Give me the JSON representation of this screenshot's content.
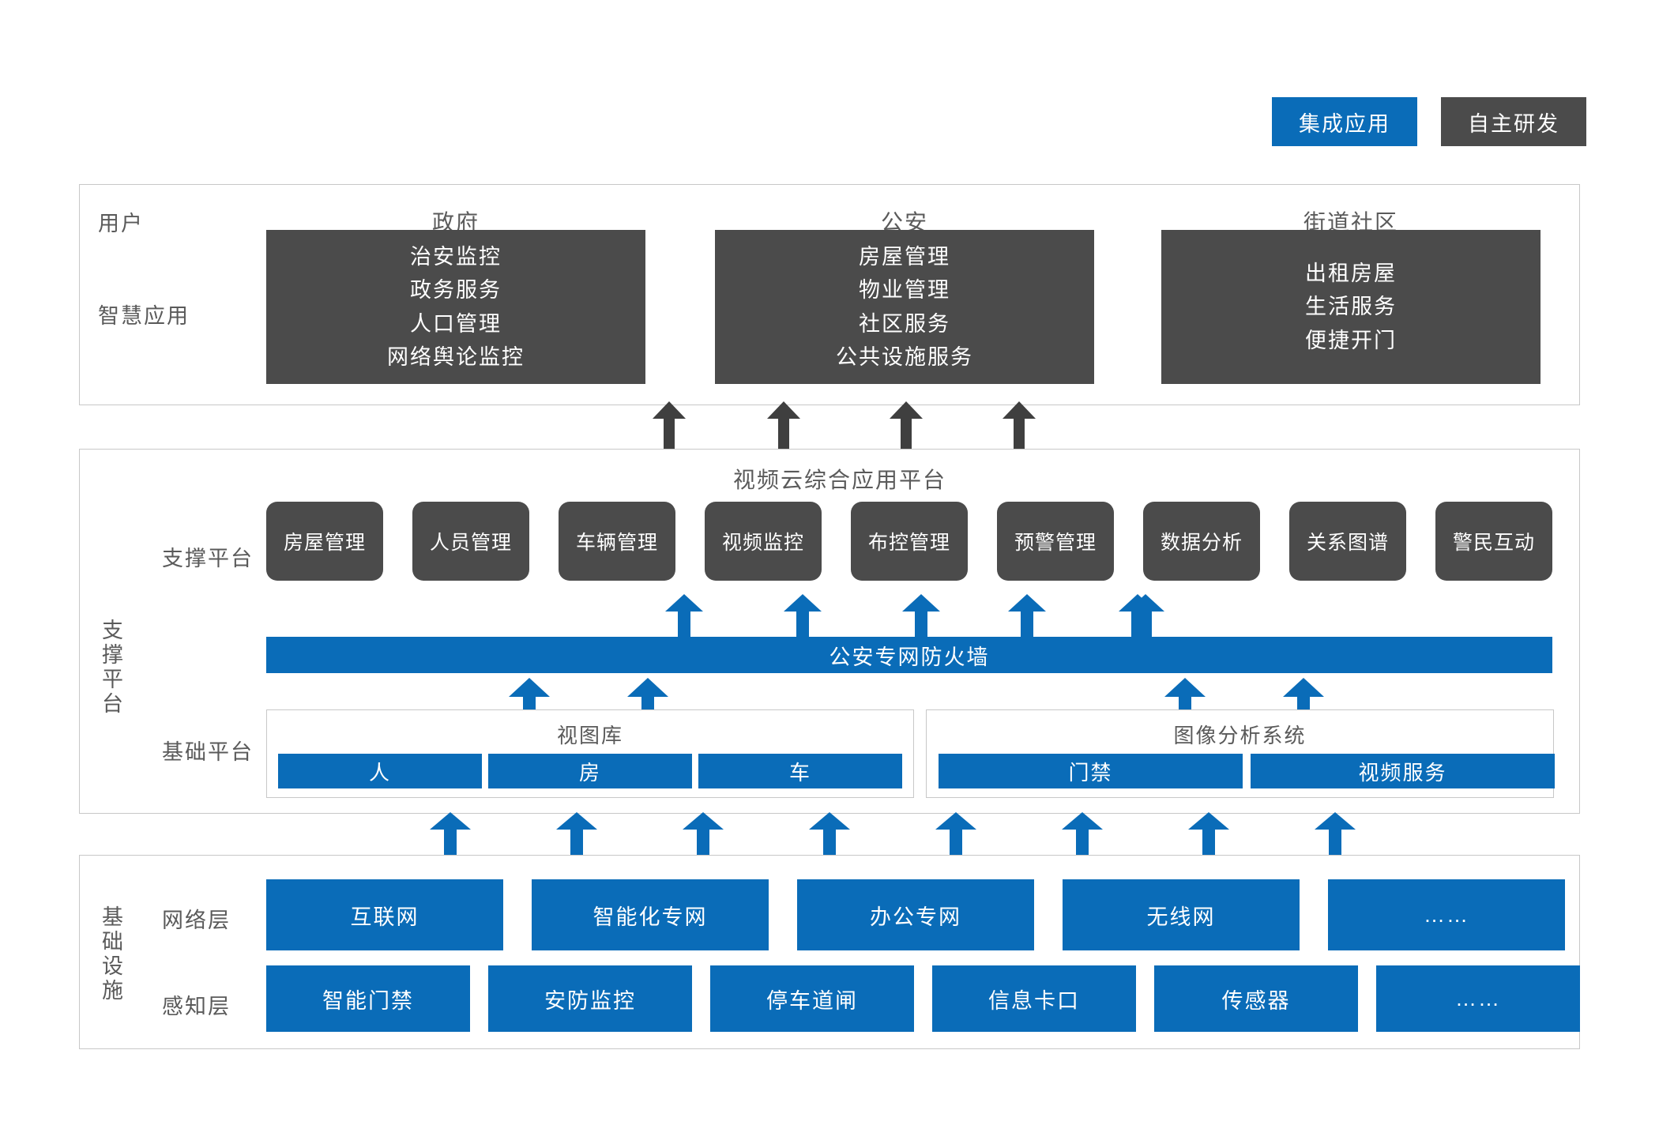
{
  "legend": {
    "items": [
      {
        "label": "集成应用",
        "color": "#0a6cb8",
        "style": "blue"
      },
      {
        "label": "自主研发",
        "color": "#4b4b4b",
        "style": "dark"
      }
    ]
  },
  "layers": {
    "application": {
      "row_labels": [
        "用户",
        "智慧应用"
      ],
      "groups": [
        {
          "title": "政府",
          "items": [
            "治安监控",
            "政务服务",
            "人口管理",
            "网络舆论监控"
          ]
        },
        {
          "title": "公安",
          "items": [
            "房屋管理",
            "物业管理",
            "社区服务",
            "公共设施服务"
          ]
        },
        {
          "title": "街道社区",
          "items": [
            "出租房屋",
            "生活服务",
            "便捷开门"
          ]
        }
      ]
    },
    "support_platform": {
      "side_label": "支撑平台",
      "title": "视频云综合应用平台",
      "row_label_support": "支撑平台",
      "row_label_base": "基础平台",
      "support_modules": [
        "房屋管理",
        "人员管理",
        "车辆管理",
        "视频监控",
        "布控管理",
        "预警管理",
        "数据分析",
        "关系图谱",
        "警民互动"
      ],
      "firewall": "公安专网防火墙",
      "base_groups": [
        {
          "title": "视图库",
          "items": [
            "人",
            "房",
            "车"
          ]
        },
        {
          "title": "图像分析系统",
          "items": [
            "门禁",
            "视频服务"
          ]
        }
      ]
    },
    "infrastructure": {
      "side_label": "基础设施",
      "rows": [
        {
          "label": "网络层",
          "items": [
            "互联网",
            "智能化专网",
            "办公专网",
            "无线网",
            "……"
          ]
        },
        {
          "label": "感知层",
          "items": [
            "智能门禁",
            "安防监控",
            "停车道闸",
            "信息卡口",
            "传感器",
            "……"
          ]
        }
      ]
    }
  },
  "colors": {
    "accent_blue": "#0a6cb8",
    "dark_gray": "#4b4b4b",
    "border_gray": "#c8c8c8",
    "text_gray": "#5a5a5a"
  }
}
